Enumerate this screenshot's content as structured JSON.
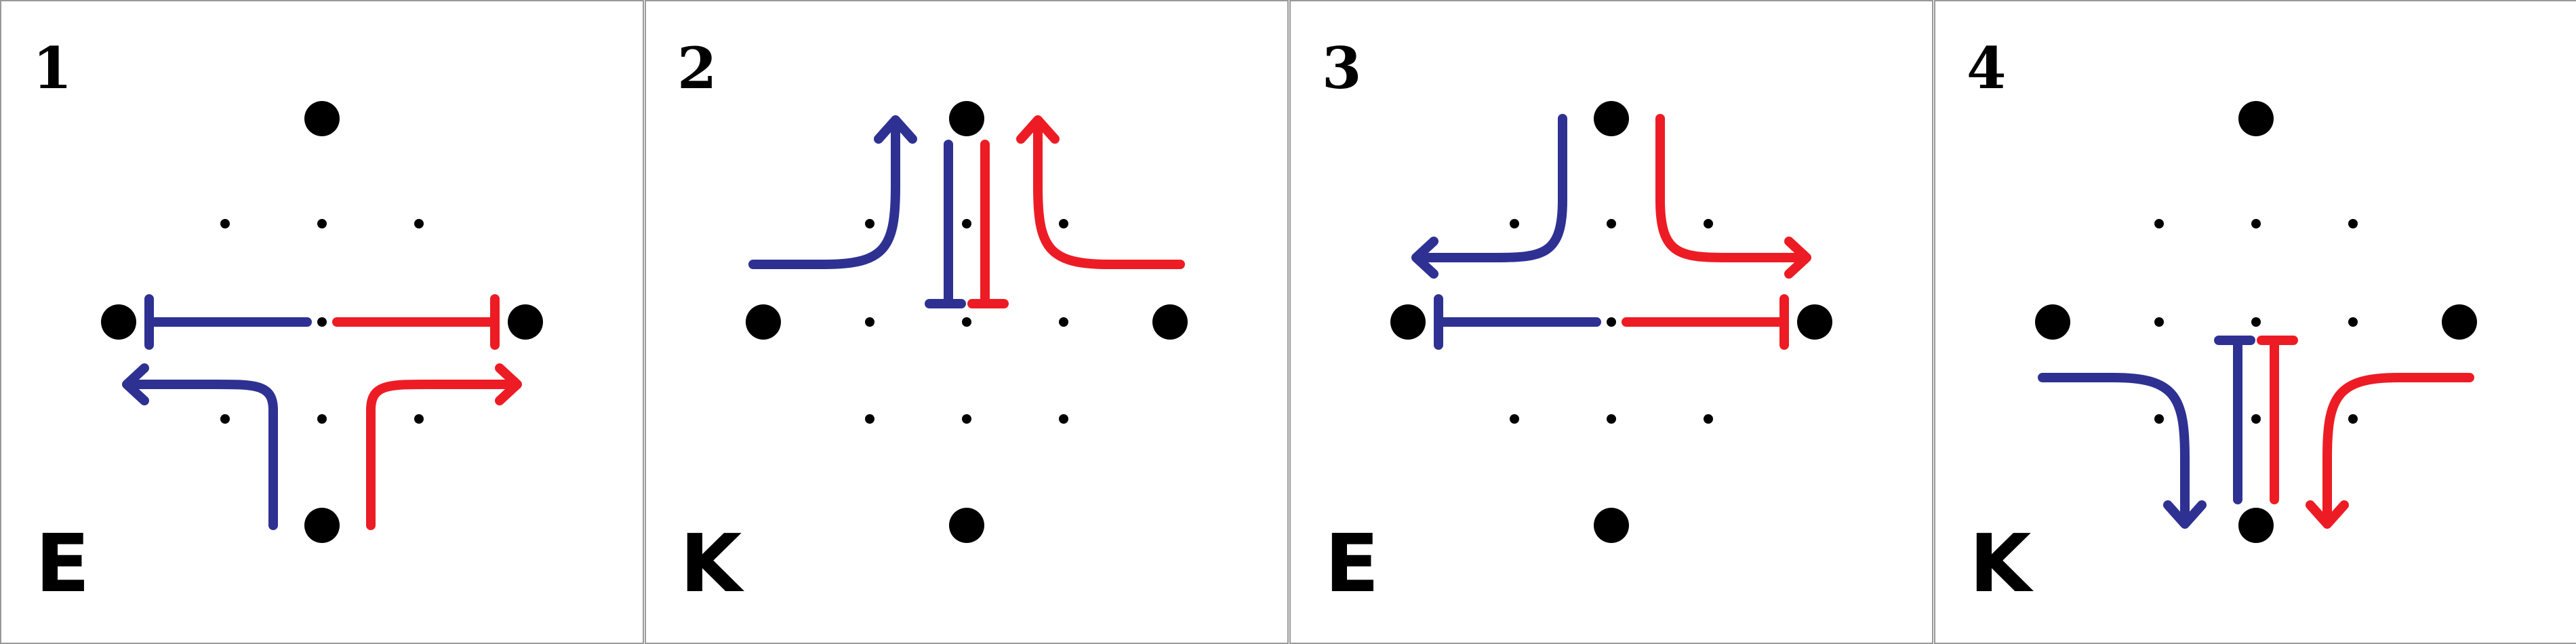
{
  "colors": {
    "blue": "#2e3192",
    "red": "#ed1c24",
    "dot": "#000000",
    "border": "#999999",
    "background": "#ffffff"
  },
  "panels": [
    {
      "number": "1",
      "letter": "E",
      "paths": [
        {
          "color": "blue",
          "from": "center",
          "to": "left",
          "style": "blocked-straight"
        },
        {
          "color": "red",
          "from": "center",
          "to": "right",
          "style": "blocked-straight"
        },
        {
          "color": "blue",
          "from": "bottom",
          "to": "left",
          "style": "curved-arrow"
        },
        {
          "color": "red",
          "from": "bottom",
          "to": "right",
          "style": "curved-arrow"
        }
      ]
    },
    {
      "number": "2",
      "letter": "K",
      "paths": [
        {
          "color": "blue",
          "from": "left",
          "to": "top",
          "style": "curved-arrow"
        },
        {
          "color": "red",
          "from": "right",
          "to": "top",
          "style": "curved-arrow"
        },
        {
          "color": "blue",
          "from": "top",
          "to": "center",
          "style": "blocked-straight"
        },
        {
          "color": "red",
          "from": "top",
          "to": "center",
          "style": "blocked-straight"
        }
      ]
    },
    {
      "number": "3",
      "letter": "E",
      "paths": [
        {
          "color": "blue",
          "from": "top",
          "to": "left",
          "style": "curved-arrow"
        },
        {
          "color": "red",
          "from": "top",
          "to": "right",
          "style": "curved-arrow"
        },
        {
          "color": "blue",
          "from": "center",
          "to": "left",
          "style": "blocked-straight"
        },
        {
          "color": "red",
          "from": "center",
          "to": "right",
          "style": "blocked-straight"
        }
      ]
    },
    {
      "number": "4",
      "letter": "K",
      "paths": [
        {
          "color": "blue",
          "from": "left",
          "to": "bottom",
          "style": "curved-arrow"
        },
        {
          "color": "red",
          "from": "right",
          "to": "bottom",
          "style": "curved-arrow"
        },
        {
          "color": "blue",
          "from": "bottom",
          "to": "center",
          "style": "blocked-straight"
        },
        {
          "color": "red",
          "from": "bottom",
          "to": "center",
          "style": "blocked-straight"
        }
      ]
    }
  ]
}
